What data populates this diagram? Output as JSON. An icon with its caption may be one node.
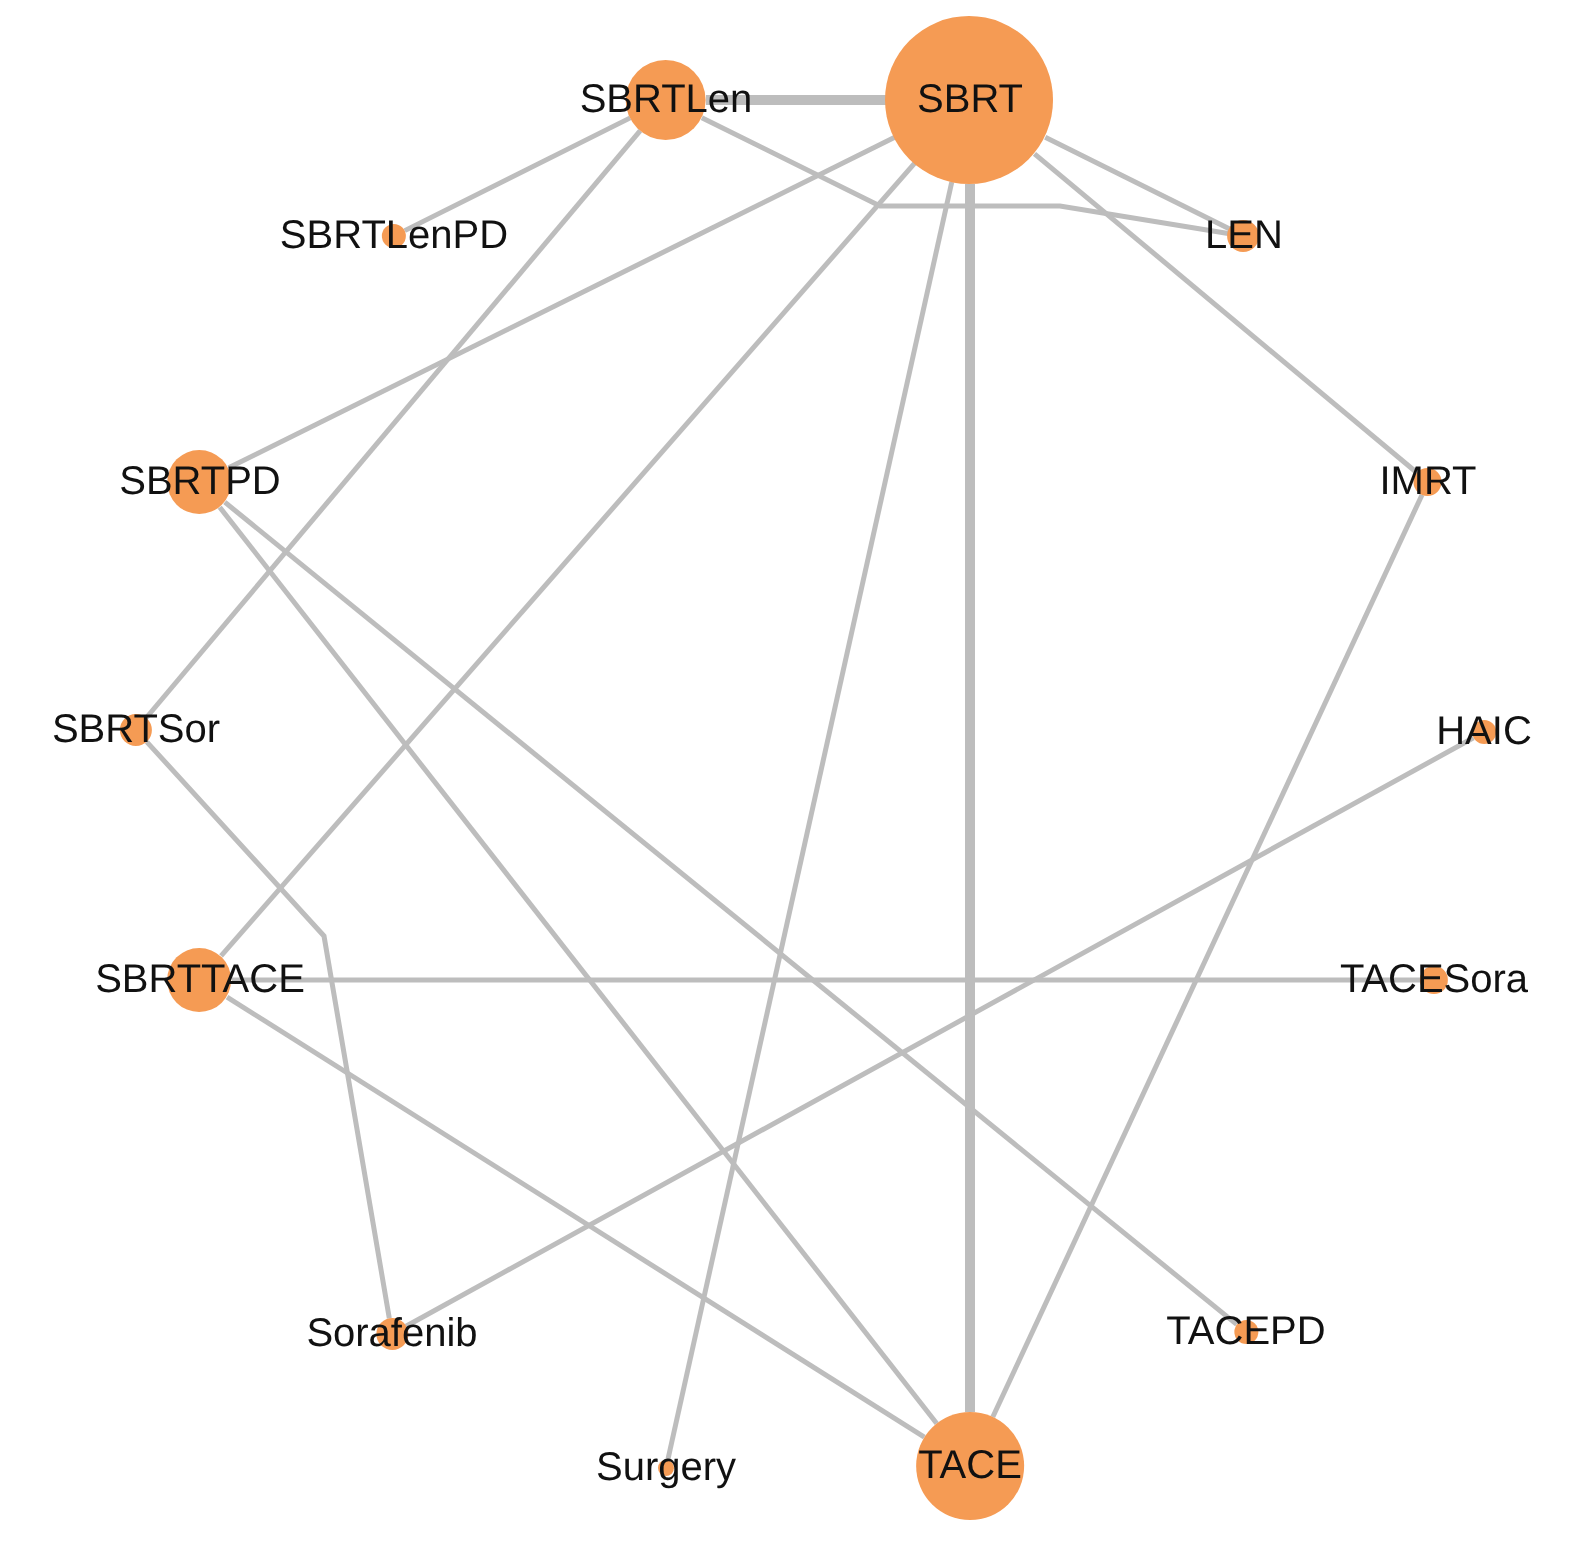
{
  "diagram": {
    "nodes": [
      {
        "text": [
          "SBRTLen"
        ]
      },
      {
        "text": [
          "SBRT"
        ]
      },
      {
        "text": [
          "SBRTLenPD"
        ]
      },
      {
        "text": [
          "LEN"
        ]
      },
      {
        "text": [
          "SBRTPD"
        ]
      },
      {
        "text": [
          "IMRT"
        ]
      },
      {
        "text": [
          "SBRTSor"
        ]
      },
      {
        "text": [
          "HAIC"
        ]
      },
      {
        "text": [
          "SBRTTACE"
        ]
      },
      {
        "text": [
          "TACESora"
        ]
      },
      {
        "text": [
          "Sorafenib"
        ]
      },
      {
        "text": [
          "TACEPD"
        ]
      },
      {
        "text": [
          "Surgery"
        ]
      },
      {
        "text": [
          "TACE"
        ]
      }
    ],
    "edges": [
      {
        "from": 1,
        "to": 0,
        "arrow": "none",
        "style": "thick"
      },
      {
        "from": 0,
        "to": 2,
        "arrow": "none"
      },
      {
        "from": 0,
        "to": 3,
        "arrow": "none"
      },
      {
        "from": 1,
        "to": 3,
        "arrow": "none"
      },
      {
        "from": 1,
        "to": 5,
        "arrow": "none"
      },
      {
        "from": 1,
        "to": 4,
        "arrow": "none"
      },
      {
        "from": 1,
        "to": 8,
        "arrow": "none"
      },
      {
        "from": 1,
        "to": 12,
        "arrow": "none"
      },
      {
        "from": 1,
        "to": 13,
        "arrow": "none",
        "style": "thick"
      },
      {
        "from": 0,
        "to": 6,
        "arrow": "none"
      },
      {
        "from": 4,
        "to": 13,
        "arrow": "none"
      },
      {
        "from": 4,
        "to": 11,
        "arrow": "none"
      },
      {
        "from": 6,
        "to": 10,
        "arrow": "none"
      },
      {
        "from": 8,
        "to": 9,
        "arrow": "none"
      },
      {
        "from": 8,
        "to": 13,
        "arrow": "none"
      },
      {
        "from": 7,
        "to": 10,
        "arrow": "none"
      },
      {
        "from": 5,
        "to": 13,
        "arrow": "none"
      }
    ]
  }
}
